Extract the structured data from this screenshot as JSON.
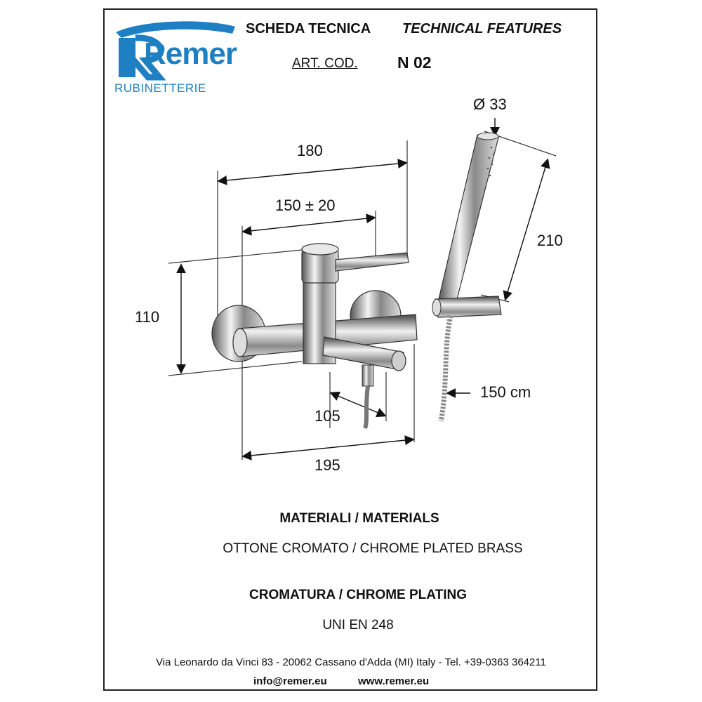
{
  "header": {
    "brand_word": "Remer",
    "brand_sub": "RUBINETTERIE",
    "title_it": "SCHEDA TECNICA",
    "title_en": "TECHNICAL FEATURES",
    "article_label": "ART. COD.",
    "article_code": "N 02"
  },
  "drawing": {
    "dimensions": {
      "width_total": "180",
      "center_distance": "150 ± 20",
      "height": "110",
      "spout_offset": "105",
      "depth": "195",
      "handshower_diameter": "Ø 33",
      "handshower_length": "210",
      "hose_length": "150 cm"
    }
  },
  "specs": {
    "materials_heading": "MATERIALI / MATERIALS",
    "materials_value": "OTTONE CROMATO / CHROME PLATED BRASS",
    "plating_heading": "CROMATURA / CHROME PLATING",
    "plating_value": "UNI EN 248"
  },
  "footer": {
    "address": "Via Leonardo da Vinci 83 - 20062 Cassano d'Adda (MI) Italy - Tel. +39-0363 364211",
    "email": "info@remer.eu",
    "website": "www.remer.eu"
  },
  "colors": {
    "brand_blue": "#1e7fc2",
    "chrome_dark": "#333333",
    "chrome_light": "#eeeeee"
  }
}
